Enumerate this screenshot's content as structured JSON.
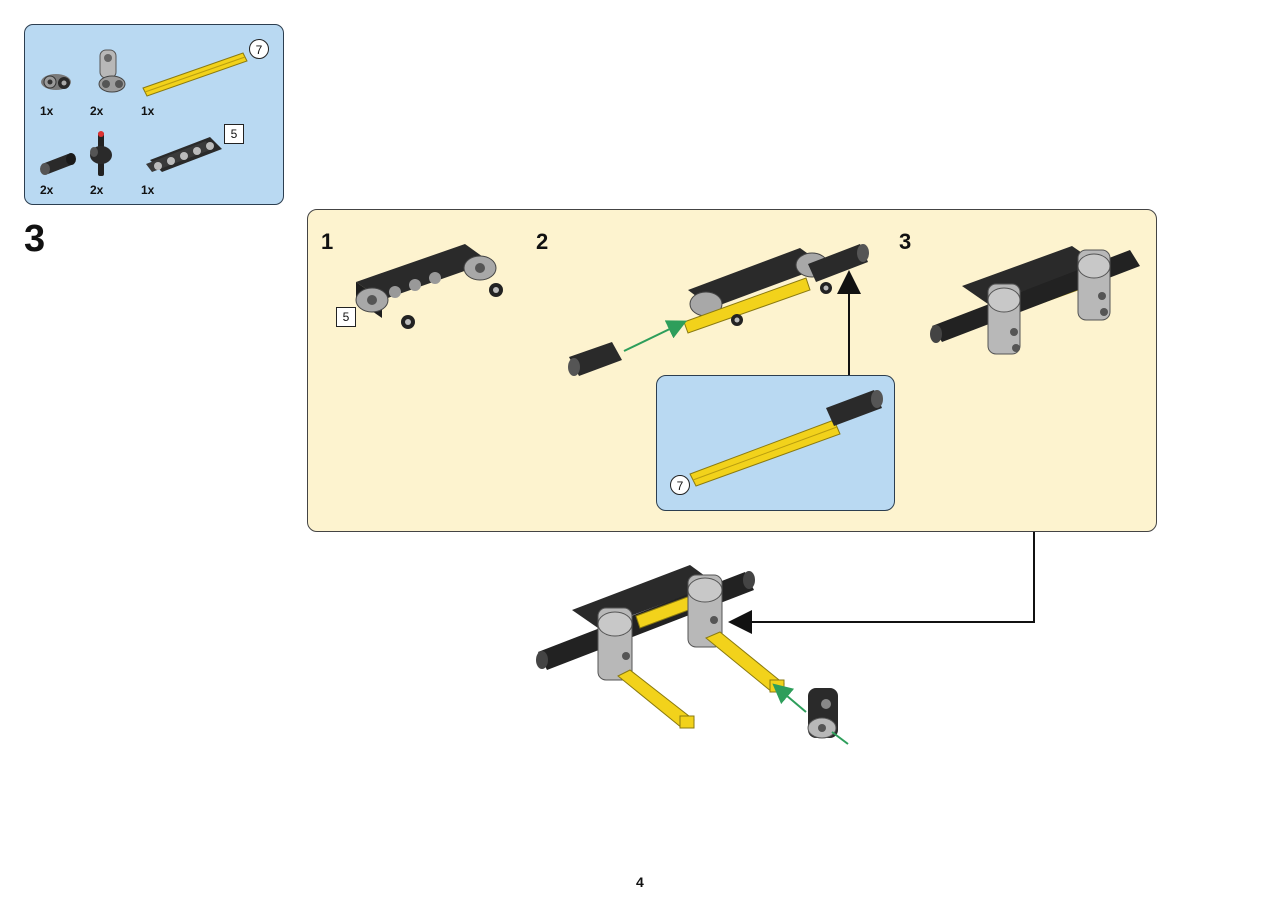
{
  "parts_list": {
    "items": [
      {
        "name": "axle-pin-connector",
        "qty": "1x"
      },
      {
        "name": "perpendicular-pin-connector",
        "qty": "2x"
      },
      {
        "name": "axle-7",
        "qty": "1x",
        "length_label": "7"
      },
      {
        "name": "axle-connector-black",
        "qty": "2x"
      },
      {
        "name": "cross-block-pin",
        "qty": "2x"
      },
      {
        "name": "beam-5",
        "qty": "1x",
        "length_label": "5"
      }
    ]
  },
  "step": {
    "number": "3"
  },
  "substeps": [
    {
      "number": "1",
      "part_label": "5"
    },
    {
      "number": "2"
    },
    {
      "number": "3"
    }
  ],
  "callout": {
    "axle_label": "7"
  },
  "page": {
    "number": "4"
  },
  "colors": {
    "panel_blue": "#b9d9f2",
    "panel_cream": "#fdf3cf",
    "brick_black": "#2a2a2a",
    "brick_gray": "#a8a8a8",
    "brick_yellow": "#f2d21b",
    "arrow_green": "#2e9e5b"
  }
}
